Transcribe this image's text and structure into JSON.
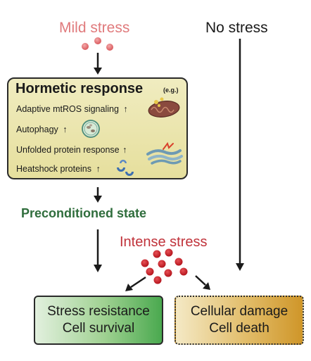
{
  "labels": {
    "mild_stress": "Mild stress",
    "no_stress": "No stress",
    "hormetic_title": "Hormetic response",
    "hormetic_eg": "(e.g.)",
    "preconditioned": "Preconditioned state",
    "intense_stress": "Intense stress"
  },
  "hormetic_items": [
    {
      "label": "Adaptive mtROS signaling",
      "arrow": "↑",
      "icon": "mitochondrion-icon"
    },
    {
      "label": "Autophagy",
      "arrow": "↑",
      "icon": "autophagosome-icon"
    },
    {
      "label": "Unfolded protein response",
      "arrow": "↑",
      "icon": "endoplasmic-reticulum-icon"
    },
    {
      "label": "Heatshock proteins",
      "arrow": "↑",
      "icon": "chaperone-proteins-icon"
    }
  ],
  "outcomes": {
    "survival": {
      "line1": "Stress resistance",
      "line2": "Cell survival"
    },
    "death": {
      "line1": "Cellular damage",
      "line2": "Cell death"
    }
  },
  "colors": {
    "mild": "#e07a7c",
    "intense": "#c0323a",
    "preconditioned": "#2f6d3c",
    "box_fill": "#e6df9d",
    "survival_fill": "#4aa94f",
    "death_fill": "#cf9629"
  }
}
